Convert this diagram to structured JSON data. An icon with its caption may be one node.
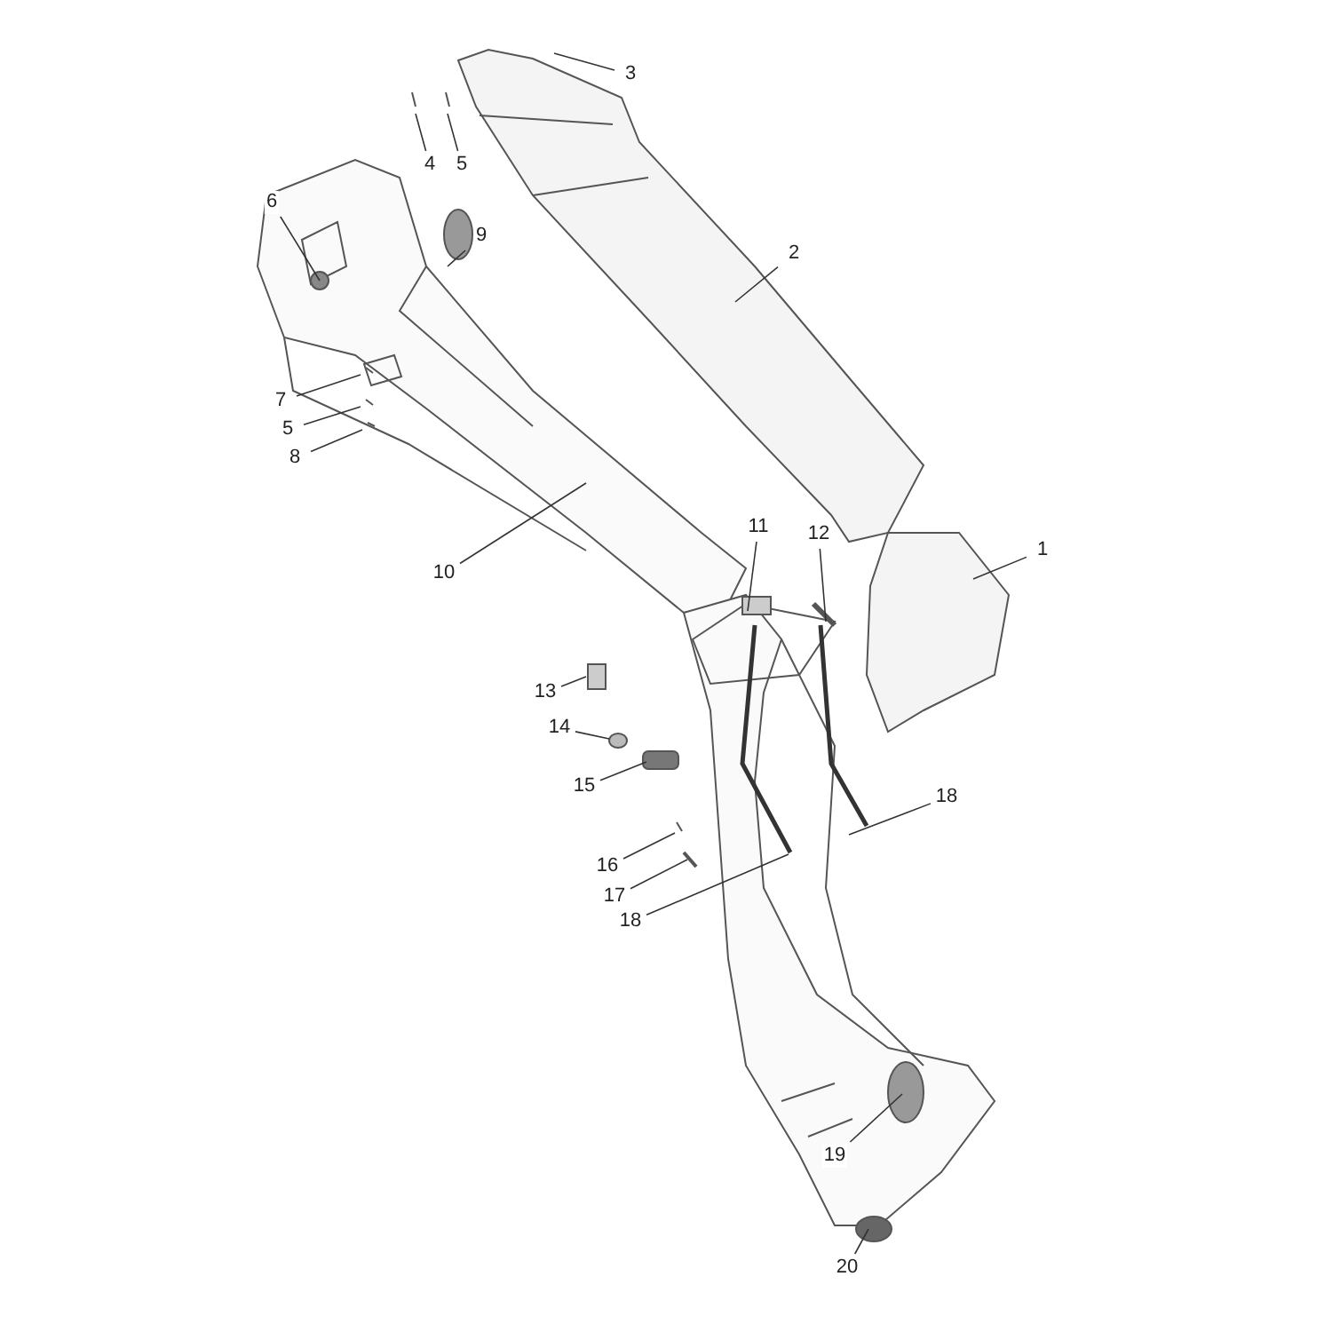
{
  "diagram": {
    "nodes": [
      {
        "text": [
          "3"
        ]
      },
      {
        "text": [
          "4"
        ]
      },
      {
        "text": [
          "5"
        ]
      },
      {
        "text": [
          "6"
        ]
      },
      {
        "text": [
          "9"
        ]
      },
      {
        "text": [
          "2"
        ]
      },
      {
        "text": [
          "7"
        ]
      },
      {
        "text": [
          "5"
        ]
      },
      {
        "text": [
          "8"
        ]
      },
      {
        "text": [
          "10"
        ]
      },
      {
        "text": [
          "11"
        ]
      },
      {
        "text": [
          "12"
        ]
      },
      {
        "text": [
          "1"
        ]
      },
      {
        "text": [
          "13"
        ]
      },
      {
        "text": [
          "14"
        ]
      },
      {
        "text": [
          "15"
        ]
      },
      {
        "text": [
          "18"
        ]
      },
      {
        "text": [
          "16"
        ]
      },
      {
        "text": [
          "17"
        ]
      },
      {
        "text": [
          "18"
        ]
      },
      {
        "text": [
          "19"
        ]
      },
      {
        "text": [
          "20"
        ]
      }
    ],
    "edges": [
      {
        "from": 0,
        "to": null,
        "arrow": "none"
      },
      {
        "from": 1,
        "to": null,
        "arrow": "none"
      },
      {
        "from": 2,
        "to": null,
        "arrow": "none"
      },
      {
        "from": 3,
        "to": null,
        "arrow": "none"
      },
      {
        "from": 4,
        "to": null,
        "arrow": "none"
      },
      {
        "from": 5,
        "to": null,
        "arrow": "none"
      },
      {
        "from": 6,
        "to": null,
        "arrow": "none"
      },
      {
        "from": 7,
        "to": null,
        "arrow": "none"
      },
      {
        "from": 8,
        "to": null,
        "arrow": "none"
      },
      {
        "from": 9,
        "to": null,
        "arrow": "none"
      },
      {
        "from": 10,
        "to": null,
        "arrow": "none"
      },
      {
        "from": 11,
        "to": null,
        "arrow": "none"
      },
      {
        "from": 12,
        "to": null,
        "arrow": "none"
      },
      {
        "from": 13,
        "to": null,
        "arrow": "none"
      },
      {
        "from": 14,
        "to": null,
        "arrow": "none"
      },
      {
        "from": 15,
        "to": null,
        "arrow": "none"
      },
      {
        "from": 16,
        "to": null,
        "arrow": "none"
      },
      {
        "from": 17,
        "to": null,
        "arrow": "none"
      },
      {
        "from": 18,
        "to": null,
        "arrow": "none"
      },
      {
        "from": 19,
        "to": null,
        "arrow": "none"
      },
      {
        "from": 20,
        "to": null,
        "arrow": "none"
      },
      {
        "from": 21,
        "to": null,
        "arrow": "none"
      }
    ]
  }
}
